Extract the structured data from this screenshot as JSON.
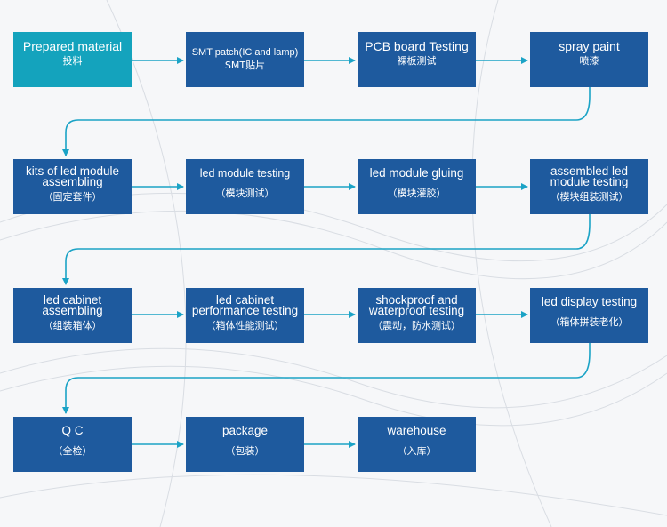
{
  "steps": [
    {
      "en": "Prepared material",
      "cn": "投料"
    },
    {
      "en": "SMT patch(IC and lamp)",
      "cn": "SMT贴片"
    },
    {
      "en": "PCB board Testing",
      "cn": "裸板测试"
    },
    {
      "en": "spray paint",
      "cn": "喷漆"
    },
    {
      "en": "kits of led module\nassembling",
      "cn": "（固定套件）"
    },
    {
      "en": "led module testing",
      "cn": "（模块测试）"
    },
    {
      "en": "led module gluing",
      "cn": "（模块灌胶）"
    },
    {
      "en": "assembled led\nmodule testing",
      "cn": "（模块组装测试）"
    },
    {
      "en": "led cabinet\nassembling",
      "cn": "（组装箱体）"
    },
    {
      "en": "led cabinet\nperformance testing",
      "cn": "（箱体性能测试）"
    },
    {
      "en": "shockproof and\nwaterproof testing",
      "cn": "（震动，防水测试）"
    },
    {
      "en": "led display testing",
      "cn": "（箱体拼装老化）"
    },
    {
      "en": "Q C",
      "cn": "（全检）"
    },
    {
      "en": "package",
      "cn": "（包装）"
    },
    {
      "en": "warehouse",
      "cn": "（入库）"
    }
  ],
  "colors": {
    "box": "#1e5a9e",
    "first_box": "#14a3bd",
    "arrow": "#1ba3c6"
  }
}
